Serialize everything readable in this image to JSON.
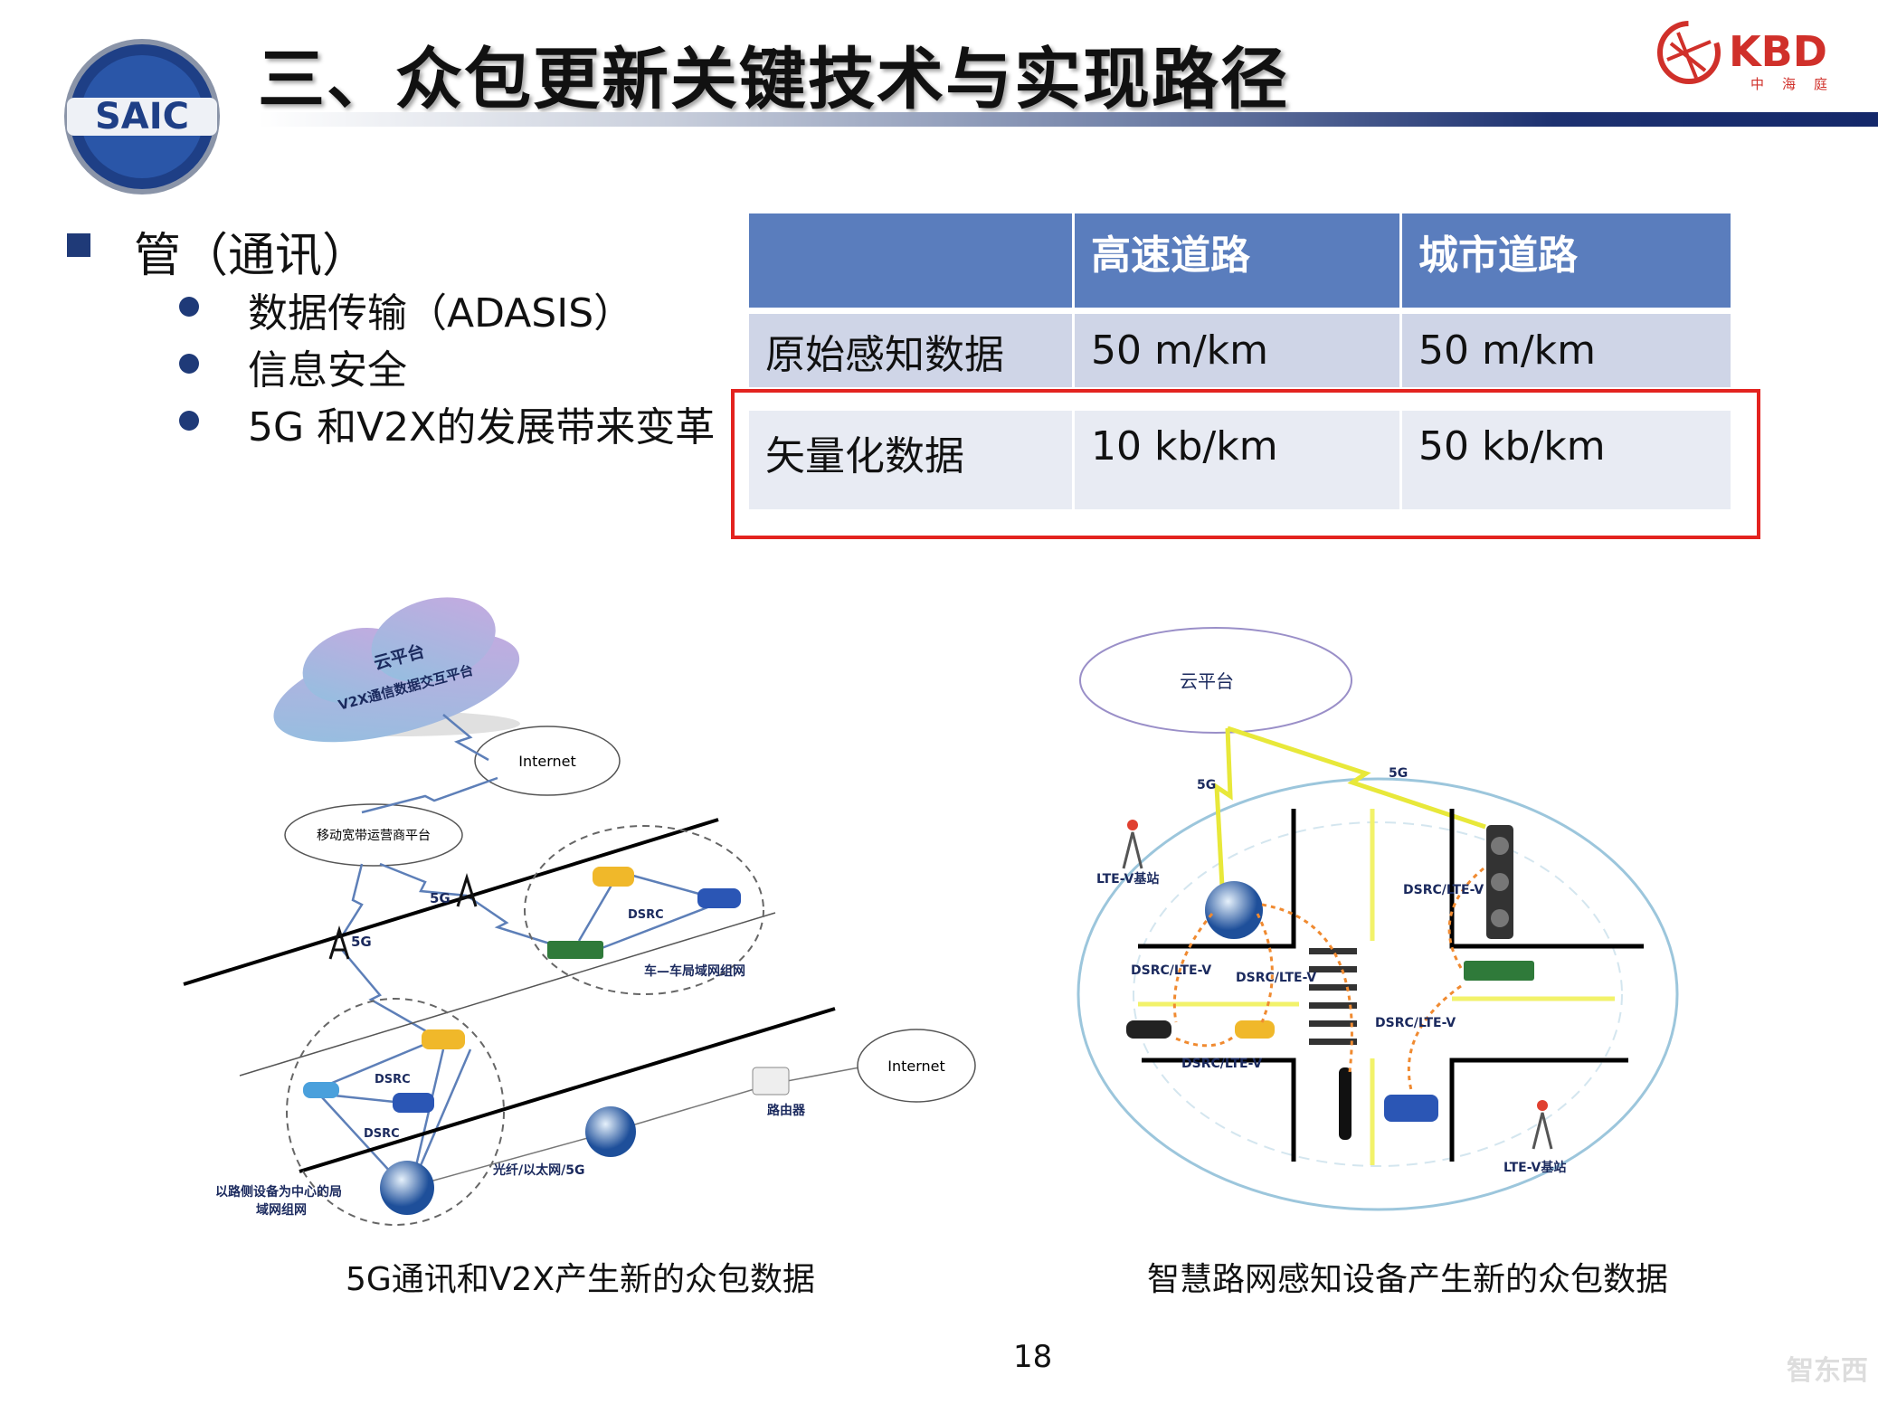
{
  "header": {
    "title": "三、众包更新关键技术与实现路径",
    "logo_left": "SAIC",
    "logo_right": {
      "text": "KBD",
      "subtext": "中海庭",
      "color": "#d0302a"
    }
  },
  "bullets": {
    "main": "管（通讯）",
    "items": [
      "数据传输（ADASIS）",
      "信息安全",
      "5G 和V2X的发展带来变革"
    ]
  },
  "table": {
    "headers": [
      "",
      "高速道路",
      "城市道路"
    ],
    "rows": [
      [
        "原始感知数据",
        "50 m/km",
        "50 m/km"
      ],
      [
        "矢量化数据",
        "10 kb/km",
        "50 kb/km"
      ]
    ],
    "highlight_color": "#e3231f",
    "header_color": "#5a7dbd"
  },
  "left_diagram": {
    "cloud_title": "云平台",
    "cloud_subtitle": "V2X通信数据交互平台",
    "internet_1": "Internet",
    "operator": "移动宽带运营商平台",
    "g5_a": "5G",
    "g5_b": "5G",
    "dsrc_1": "DSRC",
    "v2v_label": "车—车局域网组网",
    "dsrc_2": "DSRC",
    "dsrc_3": "DSRC",
    "rsu_label_1": "以路侧设备为中心的局",
    "rsu_label_2": "域网组网",
    "fiber": "光纤/以太网/5G",
    "router": "路由器",
    "internet_2": "Internet",
    "caption": "5G通讯和V2X产生新的众包数据"
  },
  "right_diagram": {
    "cloud": "云平台",
    "g5_a": "5G",
    "g5_b": "5G",
    "lte_station_1": "LTE-V基站",
    "lte_station_2": "LTE-V基站",
    "link_1": "DSRC/LTE-V",
    "link_2": "DSRC/LTE-V",
    "link_3": "DSRC/LTE-V",
    "link_4": "DSRC/LTE-V",
    "link_5": "DSRC/LTE-V",
    "caption": "智慧路网感知设备产生新的众包数据"
  },
  "footer": {
    "page_number": "18",
    "watermark": "智东西"
  }
}
